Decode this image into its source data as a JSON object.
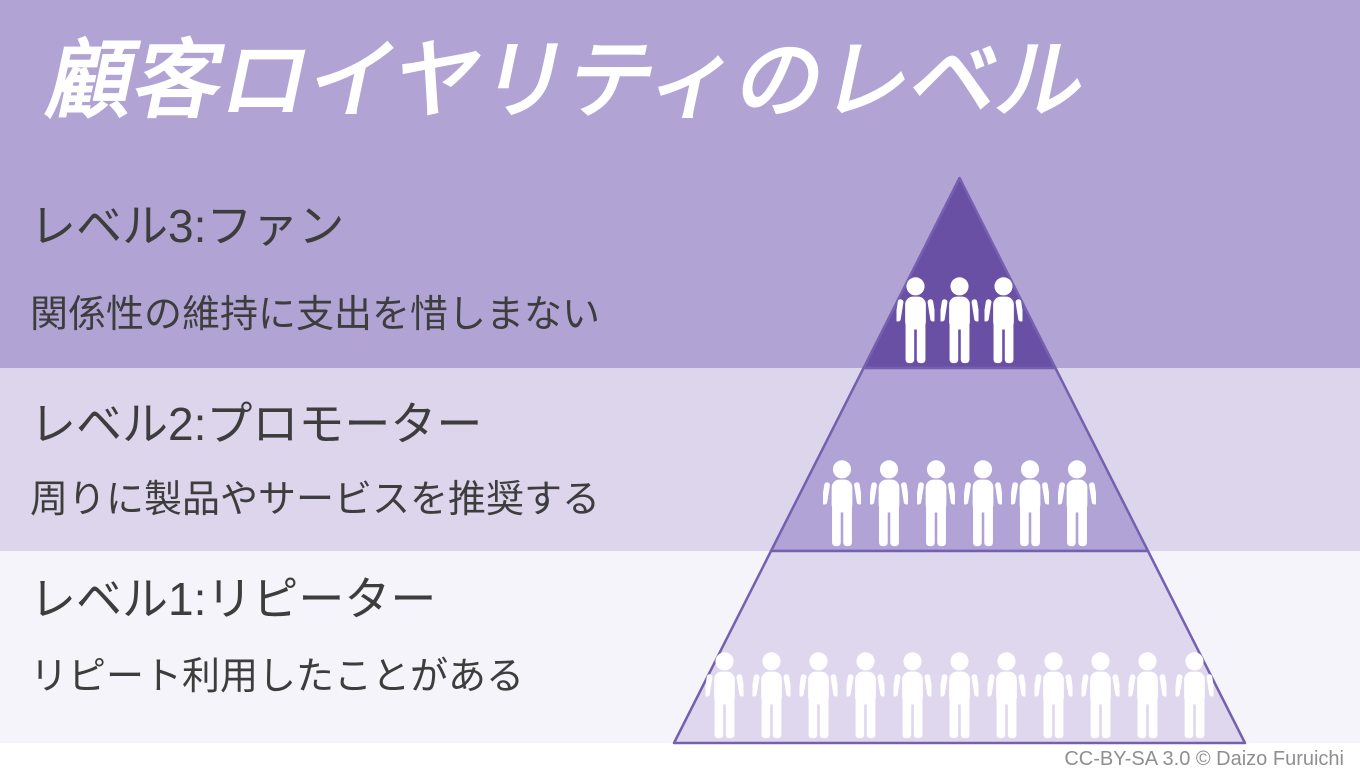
{
  "title": "顧客ロイヤリティのレベル",
  "attribution": "CC-BY-SA 3.0 © Daizo Furuichi",
  "levels": [
    {
      "id": "level-3",
      "heading": "レベル3:ファン",
      "description": "関係性の維持に支出を惜しまない",
      "people": 3,
      "band_color": "#b1a4d4",
      "tier_color": "#6950a5"
    },
    {
      "id": "level-2",
      "heading": "レベル2:プロモーター",
      "description": "周りに製品やサービスを推奨する",
      "people": 6,
      "band_color": "#dcd5ec",
      "tier_color": "#b1a3d6"
    },
    {
      "id": "level-1",
      "heading": "レベル1:リピーター",
      "description": "リピート利用したことがある",
      "people": 11,
      "band_color": "#f6f4fb",
      "tier_color": "#ded7ee"
    }
  ],
  "pyramid": {
    "outline_color": "#7560b0",
    "person_color": "#ffffff"
  }
}
